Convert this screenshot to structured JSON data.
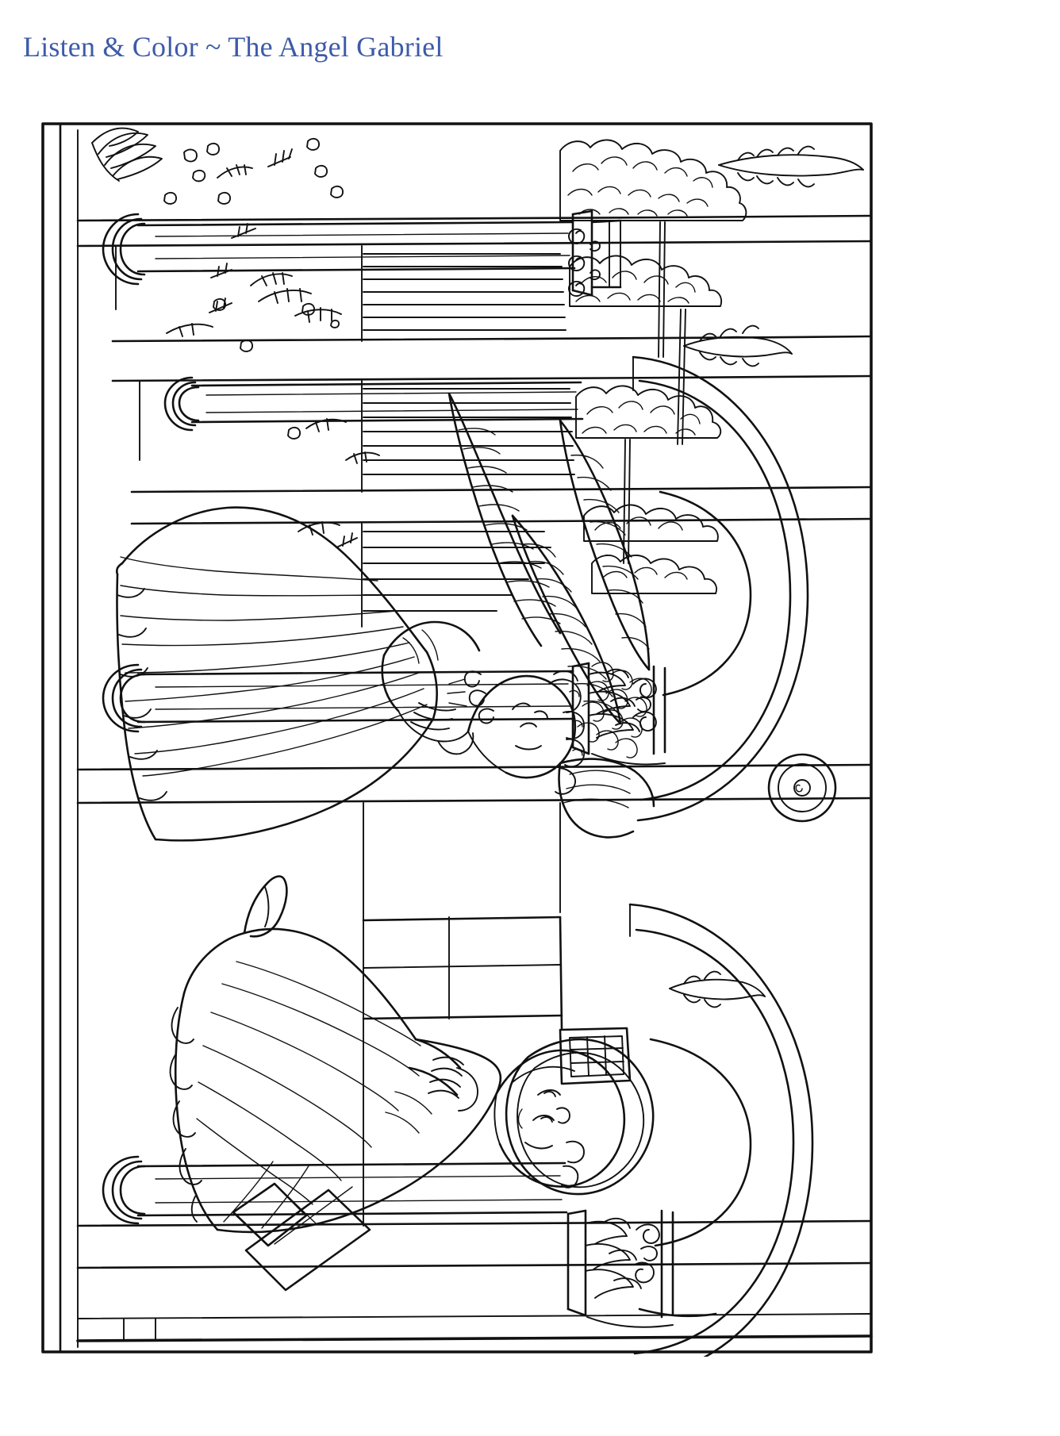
{
  "document": {
    "title": "Listen & Color ~ The Angel Gabriel",
    "type": "coloring-page",
    "background_color": "#ffffff",
    "title_color": "#3d5ba8",
    "ink_color": "#111111"
  },
  "illustration": {
    "name": "the-annunciation-line-art",
    "description": "Black and white line drawing of the Annunciation, rotated 90 degrees: the Angel Gabriel with large feathered wings kneels at the upper left, the Virgin Mary with halo kneels at the lower right, set within a classical loggia of fluted columns, round arches, a walled garden with trees and scattered flowers, and a small grid window.",
    "orientation": "rotated-90",
    "elements": [
      {
        "name": "outer-frame",
        "label": "Outer border frame"
      },
      {
        "name": "fluted-columns",
        "label": "Fluted columns"
      },
      {
        "name": "round-arches",
        "label": "Round arches"
      },
      {
        "name": "acanthus-capital",
        "label": "Ornate acanthus leaf capital"
      },
      {
        "name": "scroll-capital",
        "label": "Scrollwork volute capital"
      },
      {
        "name": "angel-gabriel",
        "label": "Angel Gabriel"
      },
      {
        "name": "angel-wings",
        "label": "Feathered wings"
      },
      {
        "name": "virgin-mary",
        "label": "Virgin Mary"
      },
      {
        "name": "mary-halo",
        "label": "Halo"
      },
      {
        "name": "grid-window",
        "label": "Grid window"
      },
      {
        "name": "garden-foliage",
        "label": "Garden trees and foliage"
      },
      {
        "name": "scattered-flowers",
        "label": "Scattered flowers and leaves"
      },
      {
        "name": "wheat-sprays",
        "label": "Wheat / palm sprays"
      },
      {
        "name": "medallion",
        "label": "Round medallion"
      },
      {
        "name": "lectern",
        "label": "Lectern / prie-dieu"
      }
    ]
  }
}
